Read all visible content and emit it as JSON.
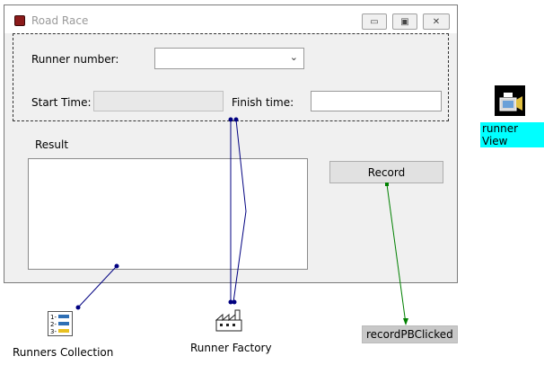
{
  "window": {
    "title": "Road Race",
    "controls": {
      "minimize": "▭",
      "maximize": "▣",
      "close": "✕"
    }
  },
  "form": {
    "runner_number_label": "Runner number:",
    "runner_number_value": "",
    "start_time_label": "Start Time:",
    "start_time_value": "",
    "finish_time_label": "Finish time:",
    "finish_time_value": "",
    "result_label": "Result",
    "result_value": "",
    "record_label": "Record"
  },
  "components": {
    "runner_view": "runner View",
    "runners_collection": "Runners Collection",
    "runner_factory": "Runner Factory",
    "record_pb_clicked": "recordPBClicked"
  },
  "colors": {
    "connection_blue": "#000080",
    "connection_green": "#008000",
    "runner_view_highlight": "#00ffff"
  }
}
